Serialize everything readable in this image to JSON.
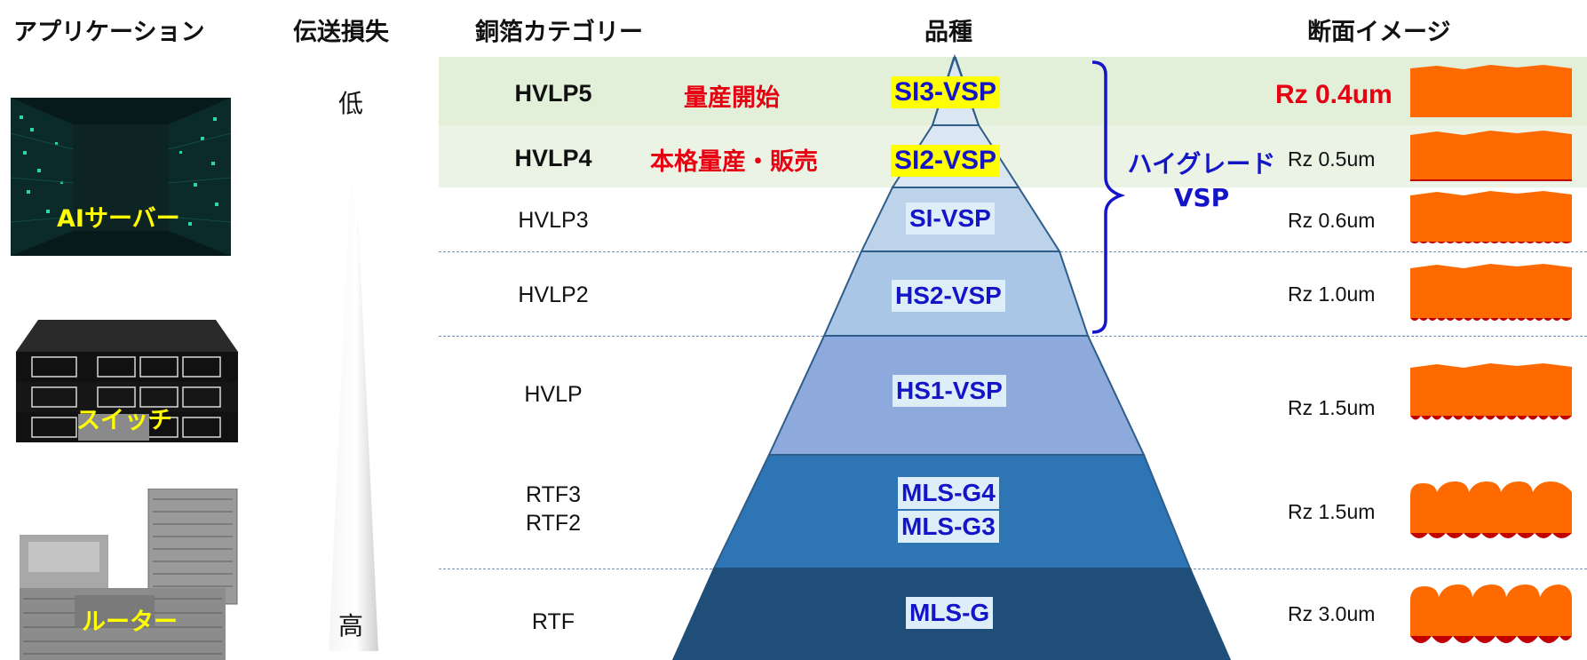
{
  "headers": {
    "application": "アプリケーション",
    "transmission_loss": "伝送損失",
    "copper_foil_category": "銅箔カテゴリー",
    "product": "品種",
    "cross_section": "断面イメージ"
  },
  "applications": [
    {
      "label": "AIサーバー",
      "icon": "ai-server-photo"
    },
    {
      "label": "スイッチ",
      "icon": "network-switch-photo"
    },
    {
      "label": "ルーター",
      "icon": "router-photo"
    }
  ],
  "loss_scale": {
    "low": "低",
    "high": "高"
  },
  "rows": [
    {
      "category": "HVLP5",
      "status": "量産開始",
      "products": [
        "SI3-VSP"
      ],
      "rz": "Rz 0.4um"
    },
    {
      "category": "HVLP4",
      "status": "本格量産・販売",
      "products": [
        "SI2-VSP"
      ],
      "rz": "Rz 0.5um"
    },
    {
      "category": "HVLP3",
      "products": [
        "SI-VSP"
      ],
      "rz": "Rz 0.6um"
    },
    {
      "category": "HVLP2",
      "products": [
        "HS2-VSP"
      ],
      "rz": "Rz 1.0um"
    },
    {
      "category": "HVLP",
      "products": [
        "HS1-VSP"
      ],
      "rz": "Rz 1.5um"
    },
    {
      "category": "RTF3",
      "category2": "RTF2",
      "products": [
        "MLS-G4",
        "MLS-G3"
      ],
      "rz": "Rz 1.5um"
    },
    {
      "category": "RTF",
      "products": [
        "MLS-G"
      ],
      "rz": "Rz 3.0um"
    }
  ],
  "high_grade_group": {
    "line1": "ハイグレード",
    "line2": "VSP"
  },
  "colors": {
    "highlight_band_top": "#e2efd9",
    "highlight_band_second": "#ebf3e5",
    "accent_red": "#e60012",
    "product_blue": "#1515c8",
    "product_highlight": "#ffff00",
    "profile_orange": "#ff6a00",
    "profile_dark_red": "#c00000",
    "pyramid_levels": [
      "#dbe6f3",
      "#dbe6f3",
      "#bcd3ea",
      "#a9c6e6",
      "#8eaadc",
      "#2e75b6",
      "#1f4e79"
    ]
  }
}
